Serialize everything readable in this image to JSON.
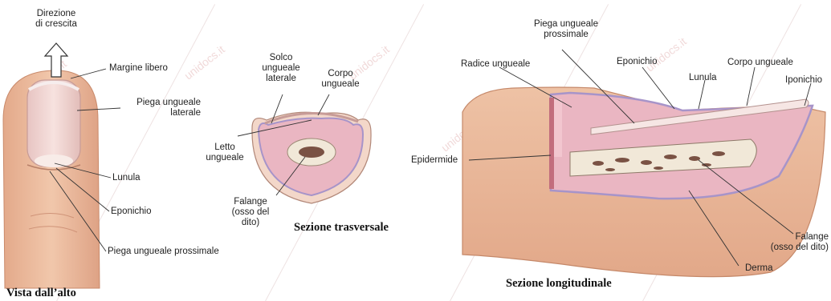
{
  "watermark": "unidocs.it",
  "top_view": {
    "caption": "Vista dall’alto",
    "growth_label": [
      "Direzione",
      "di crescita"
    ],
    "margine_libero": "Margine libero",
    "piega_laterale": [
      "Piega ungueale",
      "laterale"
    ],
    "lunula": "Lunula",
    "eponichio": "Eponichio",
    "piega_prossimale": "Piega ungueale prossimale"
  },
  "cross_section": {
    "caption": "Sezione trasversale",
    "solco": [
      "Solco",
      "ungueale",
      "laterale"
    ],
    "corpo": [
      "Corpo",
      "ungueale"
    ],
    "letto": [
      "Letto",
      "ungueale"
    ],
    "falange": [
      "Falange",
      "(osso del",
      "dito)"
    ]
  },
  "long_section": {
    "caption": "Sezione longitudinale",
    "piega_prossimale": [
      "Piega ungueale",
      "prossimale"
    ],
    "radice": "Radice ungueale",
    "eponichio": "Eponichio",
    "corpo": "Corpo ungueale",
    "lunula": "Lunula",
    "iponichio": "Iponichio",
    "epidermide": "Epidermide",
    "falange": [
      "Falange",
      "(osso del dito)"
    ],
    "derma": "Derma"
  },
  "colors": {
    "skin": "#e9b99a",
    "skin_dark": "#d49a7a",
    "nail": "#f0d2cf",
    "dermis": "#eab6c2",
    "layer": "#b59ad0",
    "bone": "#f1e8d8",
    "marrow": "#6b4538"
  }
}
